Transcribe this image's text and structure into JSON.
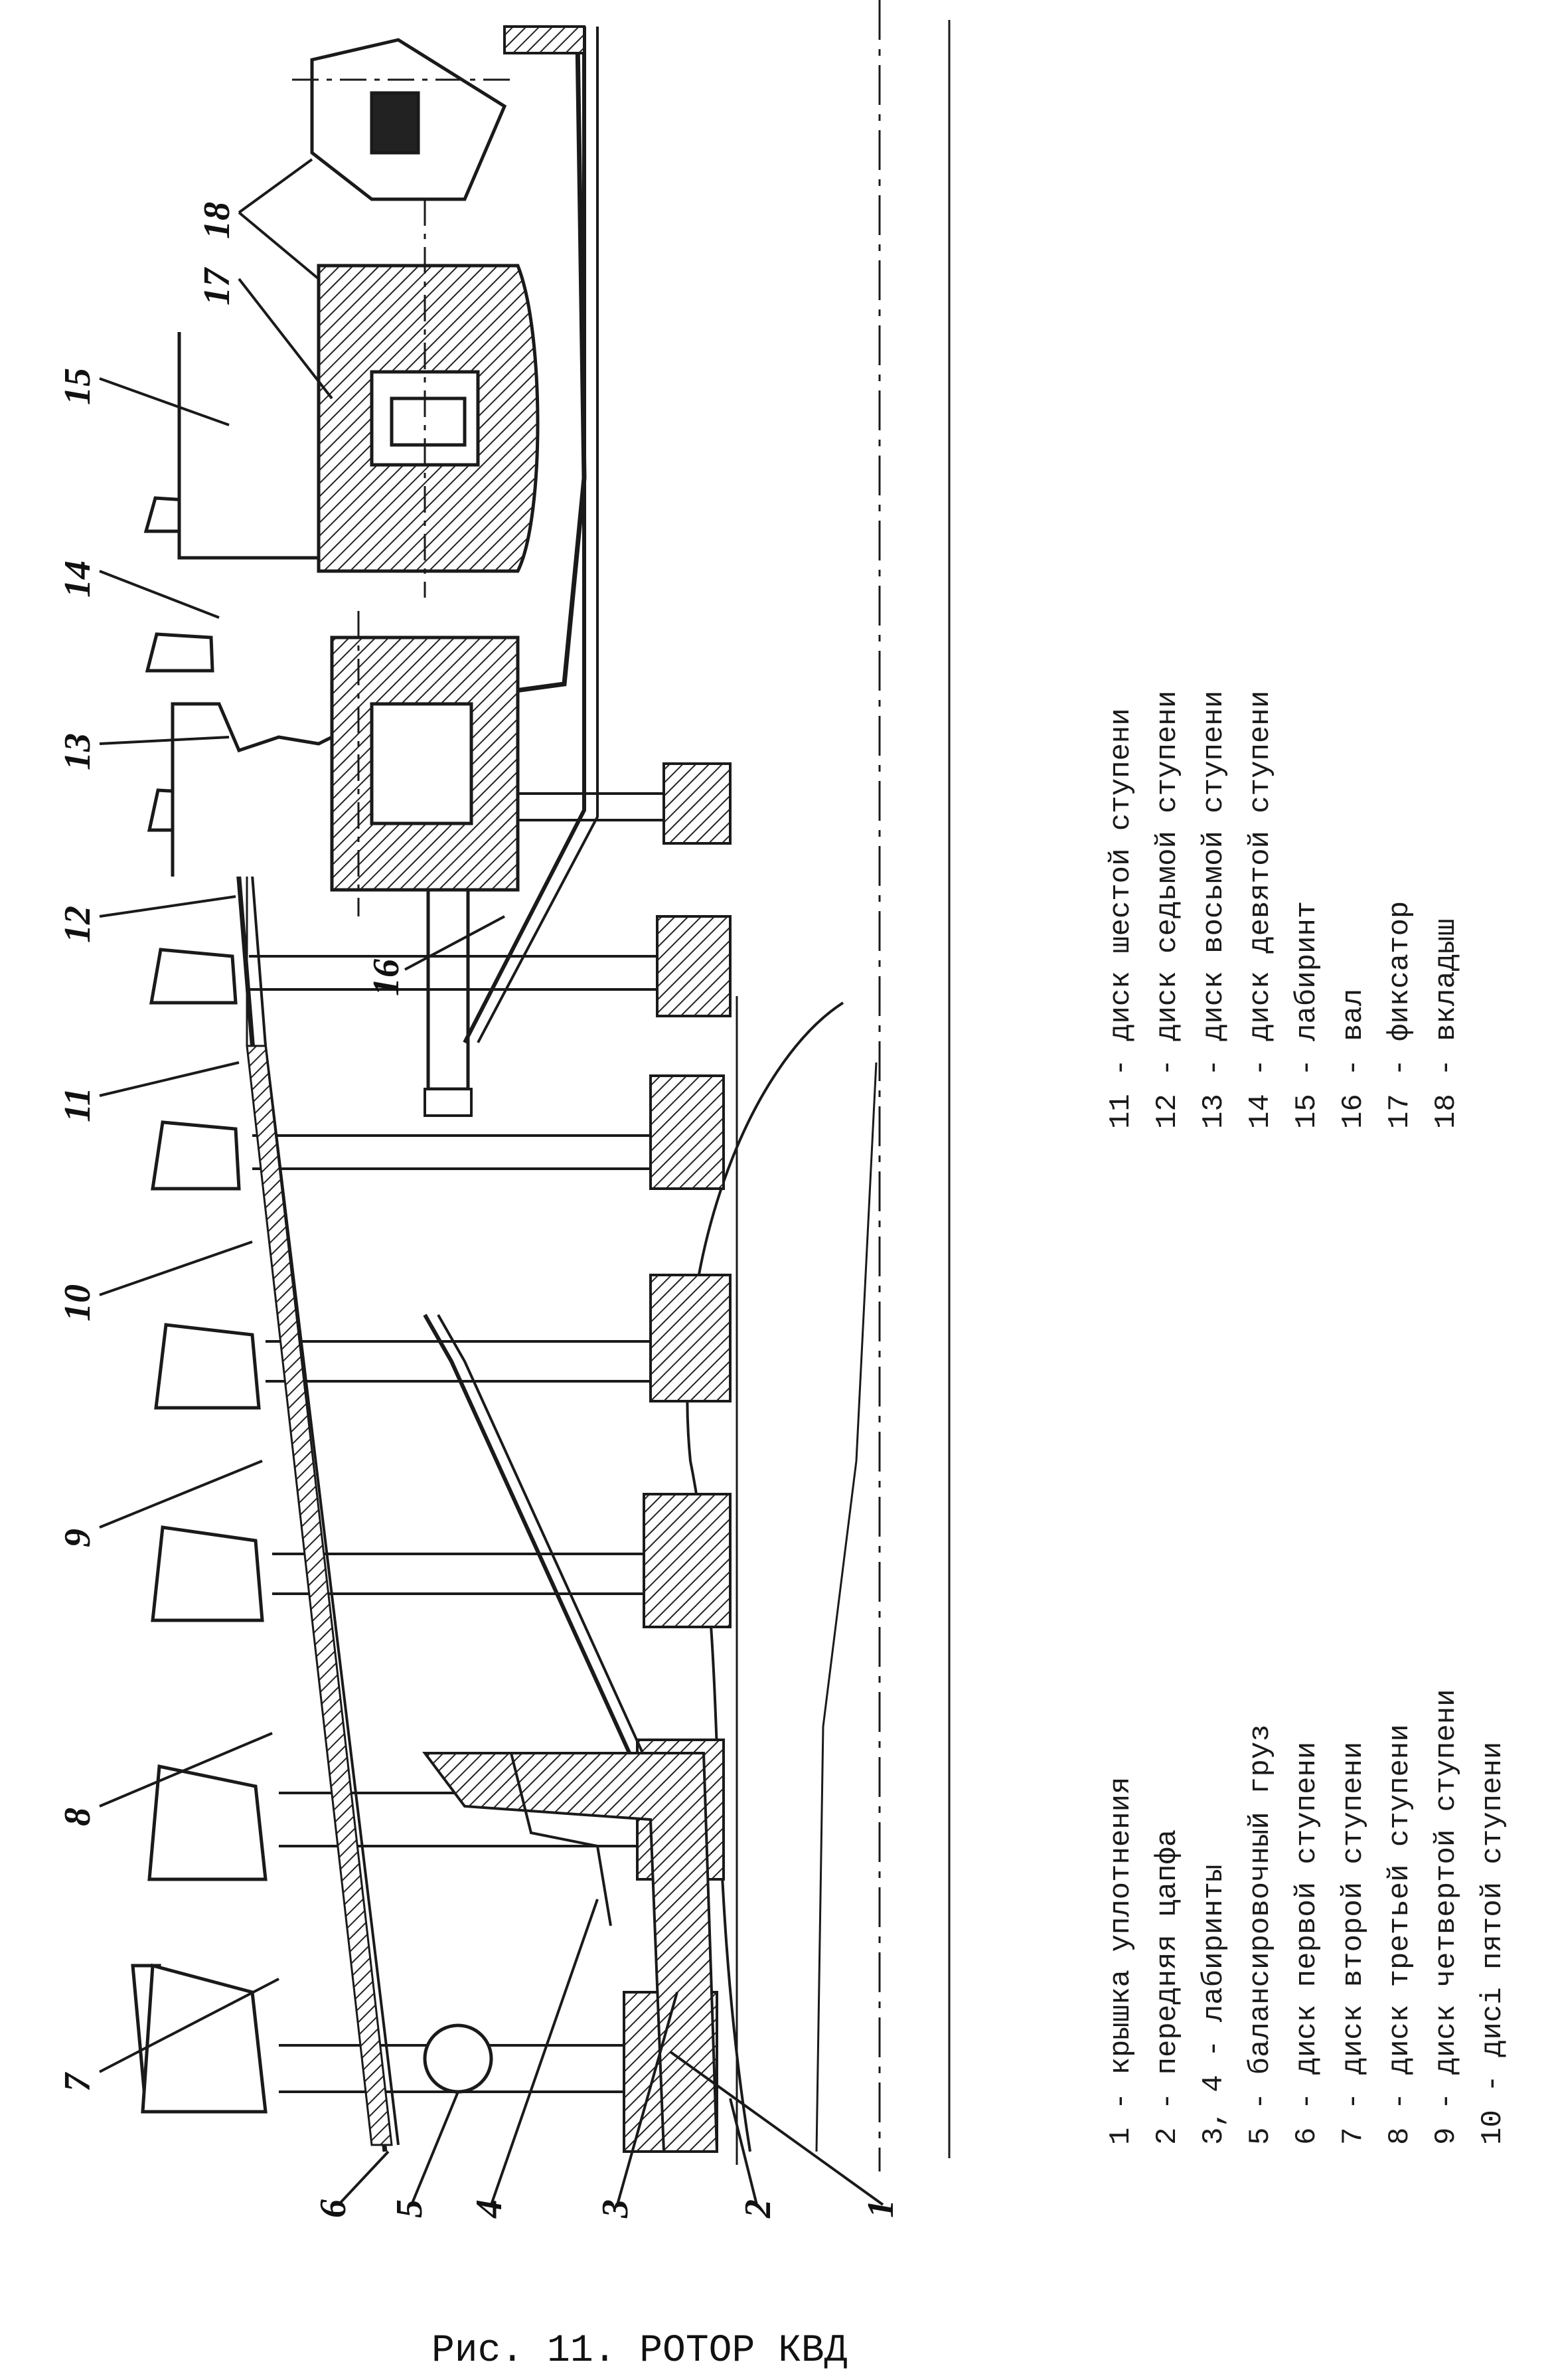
{
  "figure": {
    "caption": "Рис. 11. РОТОР КВД"
  },
  "callouts": [
    "1",
    "2",
    "3",
    "4",
    "5",
    "6",
    "7",
    "8",
    "9",
    "10",
    "11",
    "12",
    "13",
    "14",
    "15",
    "16",
    "17",
    "18"
  ],
  "legend": {
    "column_a": [
      "1 - крышка уплотнения",
      "2 - передняя цапфа",
      "3, 4 - лабиринты",
      "5 - балансировочный груз",
      "6 - диск первой ступени",
      "7 - диск второй ступени",
      "8 - диск третьей ступени",
      "9 - диск четвертой ступени",
      "10 - дисі пятой ступени"
    ],
    "column_b": [
      "11 - диск шестой ступени",
      "12 - диск седьмой ступени",
      "13 - диск восьмой ступени",
      "14 - диск девятой ступени",
      "15 - лабиринт",
      "16 - вал",
      "17 - фиксатор",
      "18 - вкладыш"
    ]
  }
}
